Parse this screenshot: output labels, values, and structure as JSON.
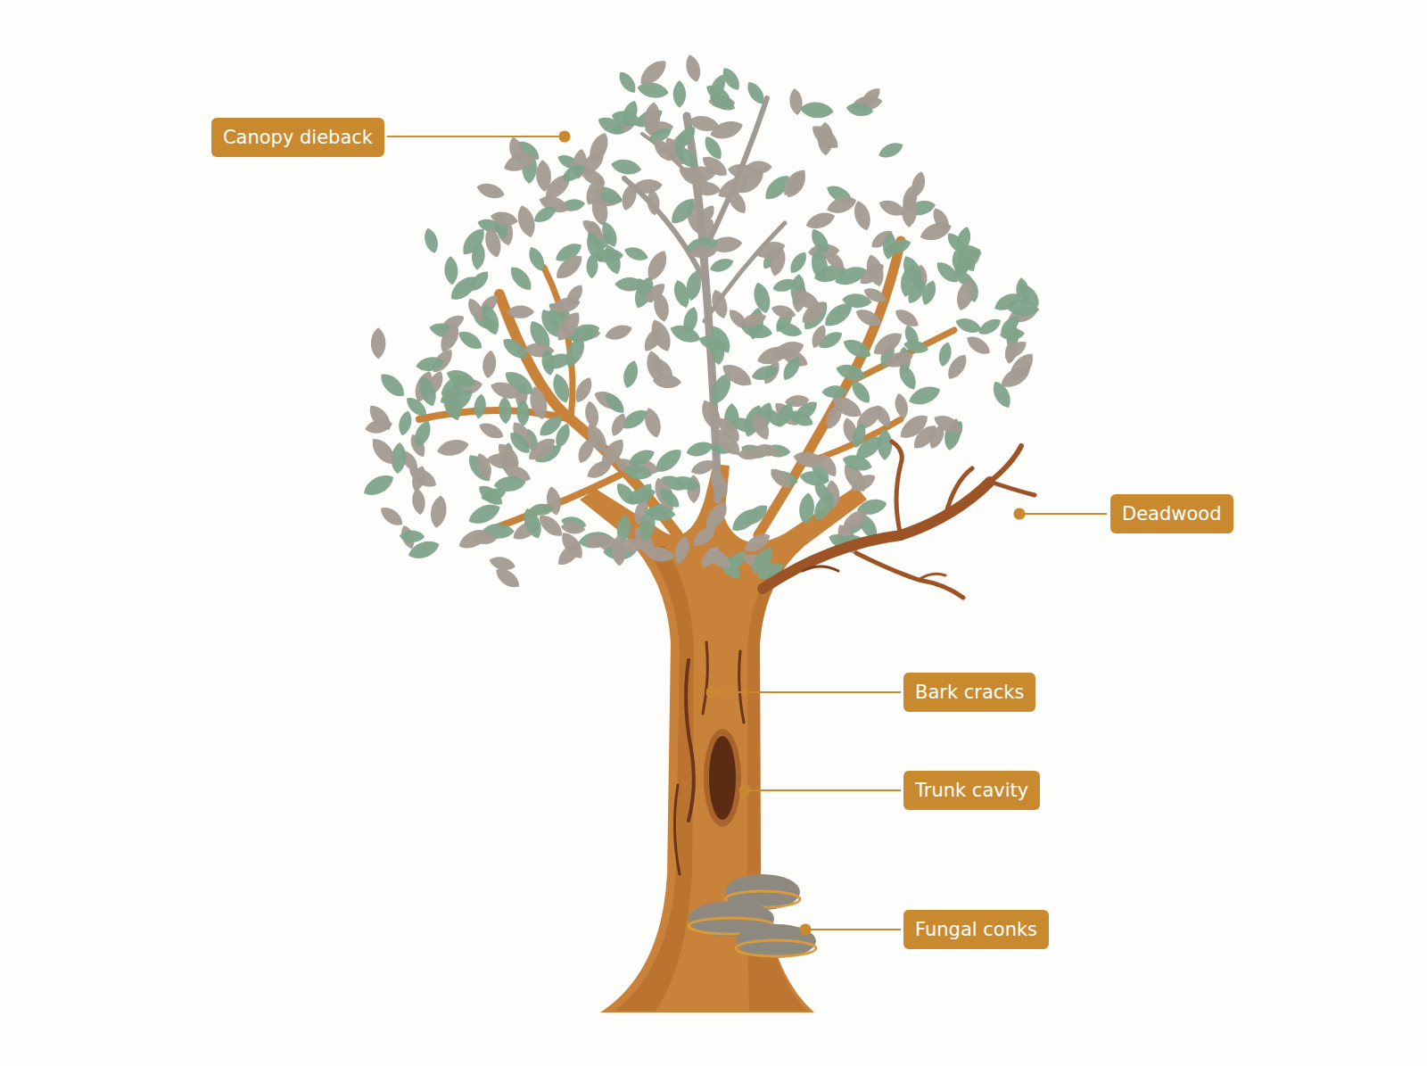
{
  "diagram": {
    "nodes": [
      {
        "text": [
          "Canopy dieback"
        ]
      },
      {
        "text": [
          "Deadwood"
        ]
      },
      {
        "text": [
          "Bark cracks"
        ]
      },
      {
        "text": [
          "Trunk cavity"
        ]
      },
      {
        "text": [
          "Fungal conks"
        ]
      }
    ]
  }
}
